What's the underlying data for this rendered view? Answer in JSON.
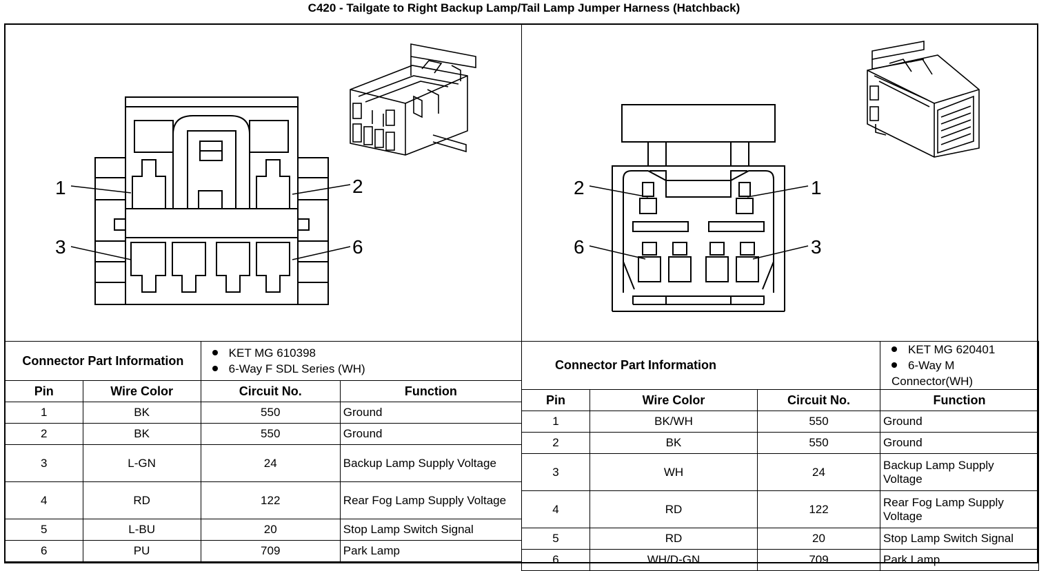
{
  "title": "C420 - Tailgate to Right Backup Lamp/Tail Lamp Jumper Harness (Hatchback)",
  "left": {
    "pin_labels": [
      "1",
      "2",
      "3",
      "6"
    ],
    "connector_info_label": "Connector Part Information",
    "part_info": [
      "KET MG 610398",
      "6-Way F SDL Series (WH)"
    ],
    "headers": [
      "Pin",
      "Wire Color",
      "Circuit No.",
      "Function"
    ],
    "rows": [
      {
        "pin": "1",
        "wire": "BK",
        "circuit": "550",
        "function": "Ground"
      },
      {
        "pin": "2",
        "wire": "BK",
        "circuit": "550",
        "function": "Ground"
      },
      {
        "pin": "3",
        "wire": "L-GN",
        "circuit": "24",
        "function": "Backup Lamp Supply Voltage"
      },
      {
        "pin": "4",
        "wire": "RD",
        "circuit": "122",
        "function": "Rear Fog Lamp Supply Voltage"
      },
      {
        "pin": "5",
        "wire": "L-BU",
        "circuit": "20",
        "function": "Stop Lamp Switch Signal"
      },
      {
        "pin": "6",
        "wire": "PU",
        "circuit": "709",
        "function": "Park Lamp"
      }
    ]
  },
  "right": {
    "pin_labels": [
      "2",
      "1",
      "6",
      "3"
    ],
    "connector_info_label": "Connector Part Information",
    "part_info": [
      "KET MG 620401",
      "6-Way M Connector(WH)"
    ],
    "headers": [
      "Pin",
      "Wire Color",
      "Circuit No.",
      "Function"
    ],
    "rows": [
      {
        "pin": "1",
        "wire": "BK/WH",
        "circuit": "550",
        "function": "Ground"
      },
      {
        "pin": "2",
        "wire": "BK",
        "circuit": "550",
        "function": "Ground"
      },
      {
        "pin": "3",
        "wire": "WH",
        "circuit": "24",
        "function": "Backup Lamp Supply Voltage"
      },
      {
        "pin": "4",
        "wire": "RD",
        "circuit": "122",
        "function": "Rear Fog Lamp Supply Voltage"
      },
      {
        "pin": "5",
        "wire": "RD",
        "circuit": "20",
        "function": "Stop Lamp Switch Signal"
      },
      {
        "pin": "6",
        "wire": "WH/D-GN",
        "circuit": "709",
        "function": "Park Lamp"
      }
    ]
  }
}
